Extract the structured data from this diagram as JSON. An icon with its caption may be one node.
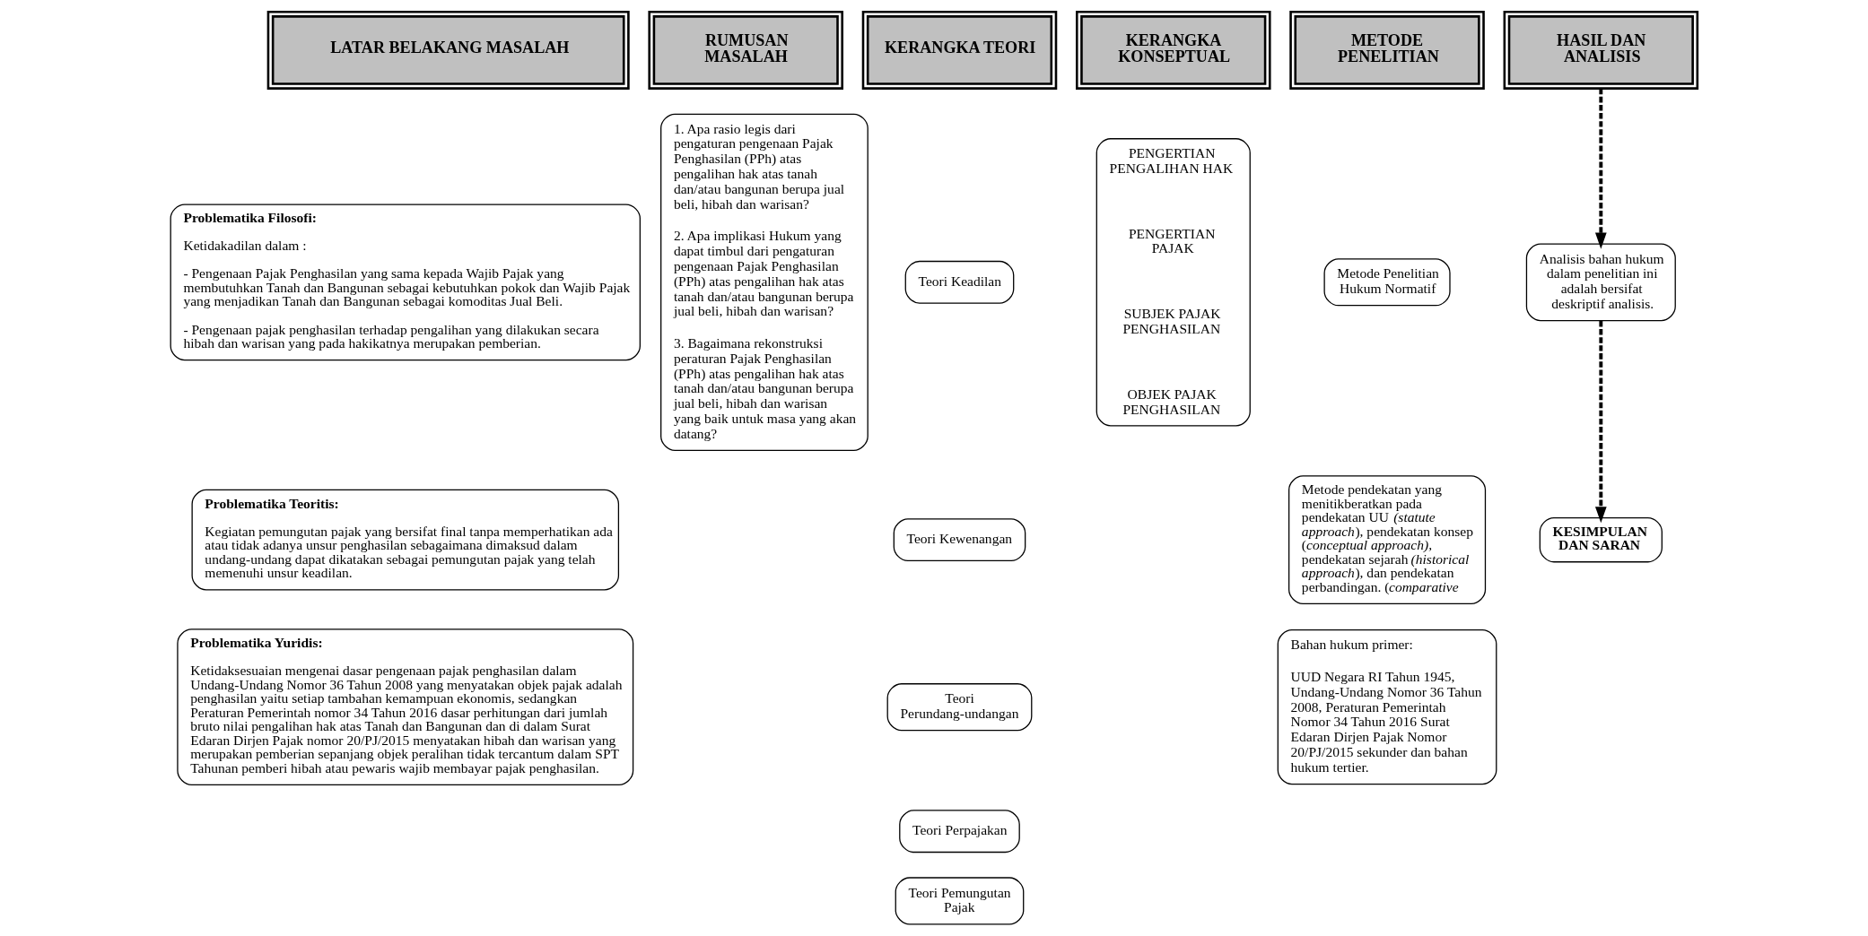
{
  "diagram": {
    "nodes": [
      {
        "text": [
          "LATAR BELAKANG MASALAH"
        ]
      },
      {
        "text": [
          "RUMUSAN MASALAH"
        ]
      },
      {
        "text": [
          "KERANGKA TEORI"
        ]
      },
      {
        "text": [
          "KERANGKA KONSEPTUAL"
        ]
      },
      {
        "text": [
          "METODE PENELITIAN"
        ]
      },
      {
        "text": [
          "HASIL DAN ANALISIS"
        ]
      },
      {
        "text": [
          "Problematika Filosofi:",
          "Ketidakadilan dalam :",
          "- Pengenaan Pajak Penghasilan yang sama kepada Wajib Pajak yang membutuhkan Tanah dan Bangunan sebagai kebutuhkan pokok dan Wajib Pajak yang menjadikan Tanah dan Bangunan sebagai komoditas Jual Beli.",
          "- Pengenaan pajak penghasilan terhadap pengalihan yang dilakukan secara hibah dan warisan yang pada hakikatnya merupakan pemberian."
        ]
      },
      {
        "text": [
          "Problematika Teoritis:",
          "Kegiatan pemungutan pajak yang bersifat final tanpa memperhatikan ada atau tidak adanya unsur penghasilan sebagaimana dimaksud dalam undang-undang dapat dikatakan sebagai pemungutan pajak yang telah memenuhi unsur keadilan."
        ]
      },
      {
        "text": [
          "Problematika Yuridis:",
          "Ketidaksesuaian mengenai dasar pengenaan pajak penghasilan dalam Undang-Undang Nomor 36 Tahun 2008 yang menyatakan objek pajak adalah penghasilan yaitu setiap tambahan kemampuan ekonomis, sedangkan Peraturan Pemerintah nomor 34 Tahun 2016 dasar perhitungan dari jumlah bruto nilai pengalihan hak atas Tanah dan Bangunan dan di dalam Surat Edaran Dirjen Pajak nomor 20/PJ/2015 menyatakan hibah dan warisan yang merupakan pemberian sepanjang objek peralihan tidak tercantum dalam SPT Tahunan pemberi hibah atau pewaris wajib membayar pajak penghasilan."
        ]
      },
      {
        "text": [
          "1. Apa rasio legis dari pengaturan pengenaan Pajak Penghasilan (PPh) atas pengalihan hak atas tanah dan/atau bangunan berupa jual beli, hibah dan warisan?",
          "2. Apa implikasi Hukum yang dapat timbul dari pengaturan pengenaan Pajak Penghasilan (PPh) atas pengalihan hak atas tanah dan/atau bangunan berupa jual beli, hibah dan warisan?",
          "3. Bagaimana rekonstruksi peraturan Pajak Penghasilan (PPh) atas pengalihan hak atas tanah dan/atau bangunan berupa jual beli, hibah dan warisan yang baik untuk masa yang akan datang?"
        ]
      },
      {
        "text": [
          "Teori Keadilan"
        ]
      },
      {
        "text": [
          "Teori Kewenangan"
        ]
      },
      {
        "text": [
          "Teori Perundang-undangan"
        ]
      },
      {
        "text": [
          "Teori Perpajakan"
        ]
      },
      {
        "text": [
          "Teori Pemungutan Pajak"
        ]
      },
      {
        "text": [
          "PENGERTIAN PENGALIHAN HAK",
          "PENGERTIAN PAJAK",
          "SUBJEK PAJAK PENGHASILAN",
          "OBJEK PAJAK PENGHASILAN"
        ]
      },
      {
        "text": [
          "Metode Penelitian Hukum Normatif"
        ]
      },
      {
        "text": [
          "Metode pendekatan yang menitikberatkan pada pendekatan UU *(statute approach*), pendekatan konsep (*conceptual approach),* pendekatan sejarah *(historical approach*), dan pendekatan perbandingan. (*comparative*"
        ]
      },
      {
        "text": [
          "Bahan hukum primer:",
          "UUD Negara RI Tahun 1945, Undang-Undang Nomor 36 Tahun 2008, Peraturan Pemerintah Nomor 34 Tahun 2016 Surat Edaran Dirjen Pajak Nomor 20/PJ/2015 sekunder dan bahan hukum tertier."
        ]
      },
      {
        "text": [
          "Analisis bahan hukum dalam penelitian ini adalah bersifat deskriptif analisis."
        ]
      },
      {
        "text": [
          "KESIMPULAN DAN SARAN"
        ]
      }
    ],
    "edges": [
      {
        "from": 5,
        "to": 19,
        "arrow": "to",
        "style": "dashed"
      },
      {
        "from": 19,
        "to": 20,
        "arrow": "to",
        "style": "dashed"
      }
    ]
  }
}
